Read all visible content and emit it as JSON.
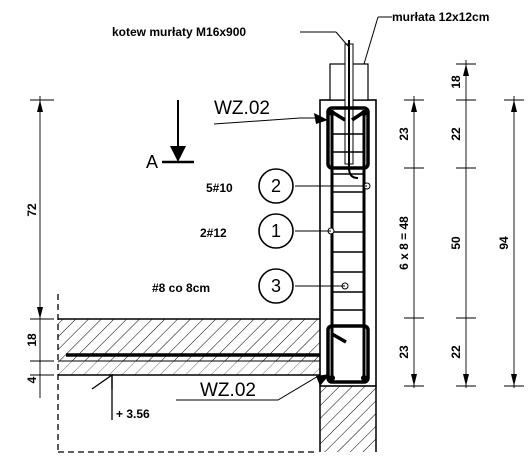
{
  "labels": {
    "anchor": "kotew murłaty M16x900",
    "wallplate": "murłata 12x12cm",
    "wz_top": "WZ.02",
    "wz_bottom": "WZ.02",
    "section": "A",
    "bars_5": "5#10",
    "bars_2": "2#12",
    "stirrups": "#8 co 8cm",
    "elevation": "+ 3.56"
  },
  "markers": [
    "2",
    "1",
    "3"
  ],
  "dimensions": {
    "left_upper": "72",
    "left_slab": "18",
    "left_small": "4",
    "inner_top": "23",
    "inner_spacing": "6 x 8 = 48",
    "inner_bottom": "23",
    "right_top": "18",
    "right_22a": "22",
    "right_50": "50",
    "right_22b": "22",
    "total": "94"
  }
}
